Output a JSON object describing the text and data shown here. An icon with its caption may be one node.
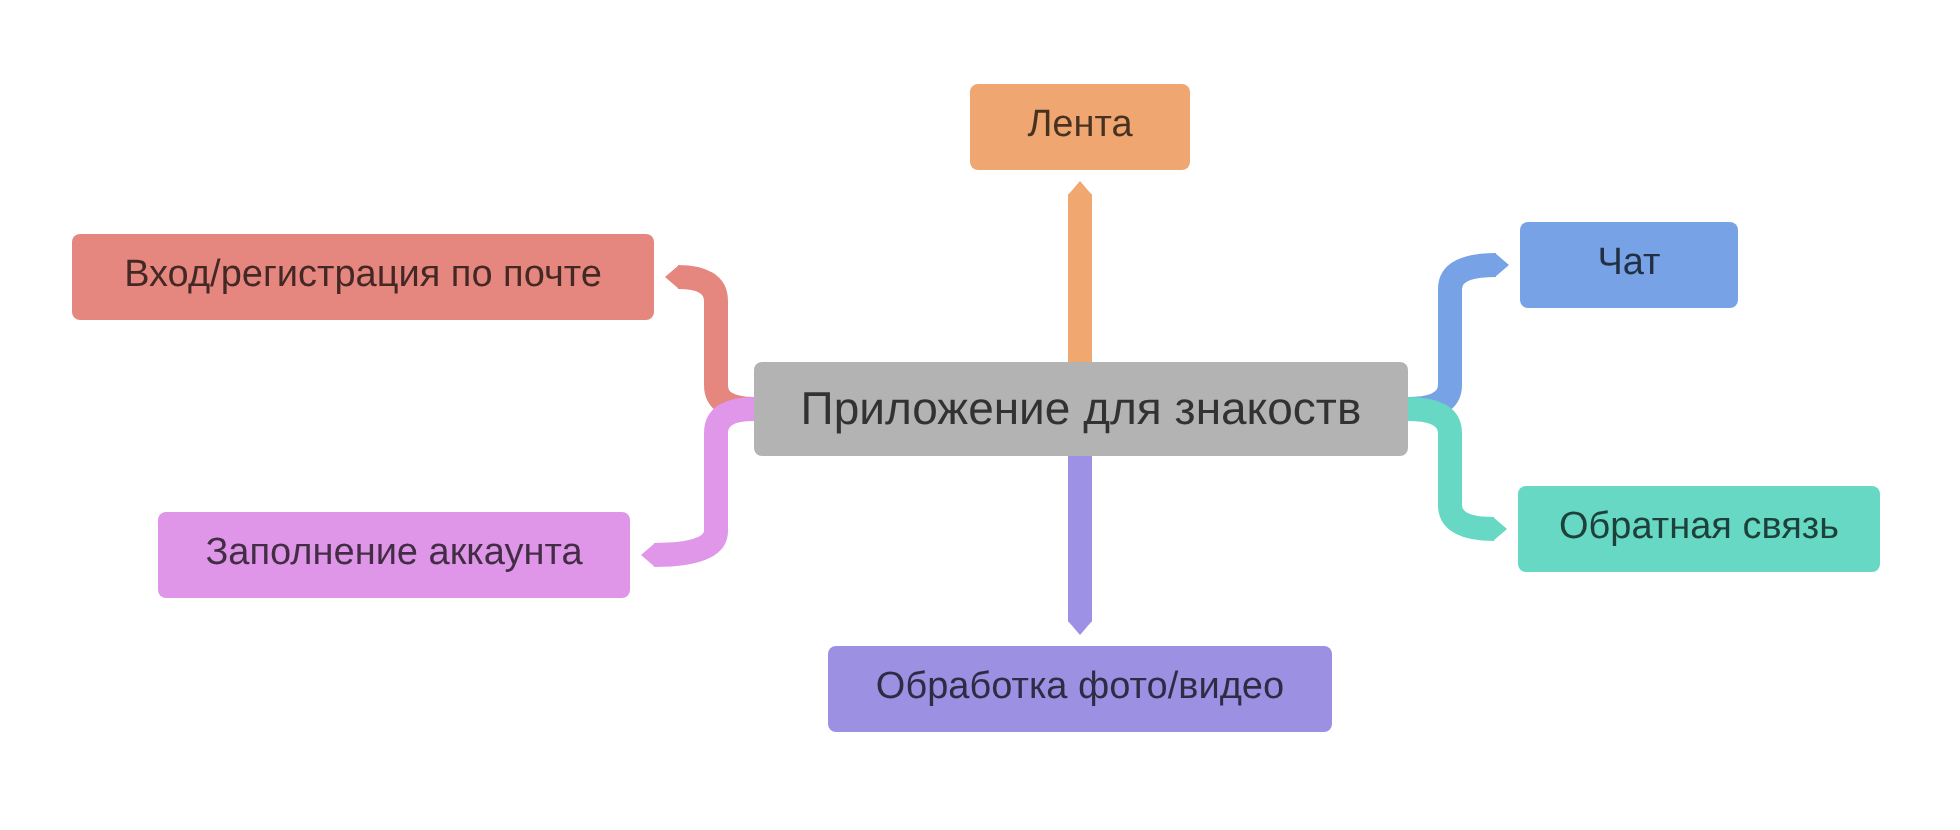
{
  "diagram": {
    "nodes": [
      {
        "text": [
          "Приложение для знакоств"
        ]
      },
      {
        "text": [
          "Лента"
        ]
      },
      {
        "text": [
          "Вход/регистрация по почте"
        ]
      },
      {
        "text": [
          "Чат"
        ]
      },
      {
        "text": [
          "Заполнение аккаунта"
        ]
      },
      {
        "text": [
          "Обратная связь"
        ]
      },
      {
        "text": [
          "Обработка фото/видео"
        ]
      }
    ],
    "edges": [
      {
        "from": 0,
        "to": 1,
        "arrow": "to",
        "color": "#f0a770"
      },
      {
        "from": 0,
        "to": 2,
        "arrow": "to",
        "color": "#e5877f"
      },
      {
        "from": 0,
        "to": 3,
        "arrow": "to",
        "color": "#77a3e6"
      },
      {
        "from": 0,
        "to": 4,
        "arrow": "to",
        "color": "#e096e9"
      },
      {
        "from": 0,
        "to": 5,
        "arrow": "to",
        "color": "#66d8c4"
      },
      {
        "from": 0,
        "to": 6,
        "arrow": "to",
        "color": "#9c91e4"
      }
    ]
  }
}
